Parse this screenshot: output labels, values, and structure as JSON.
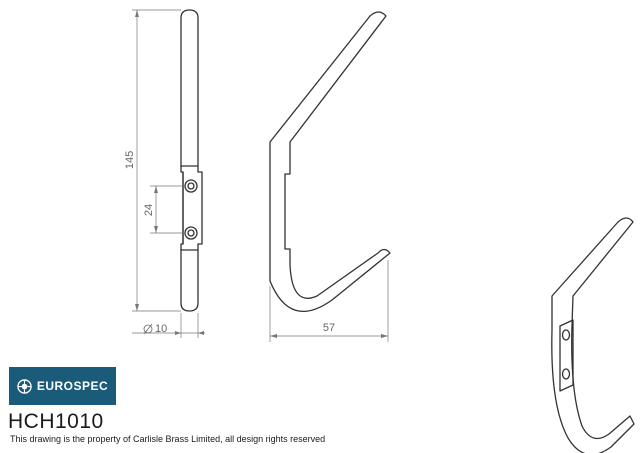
{
  "brand": {
    "name": "EUROSPEC",
    "color": "#1a5b79"
  },
  "product_code": "HCH1010",
  "rights_notice": "This drawing is the property of Carlisle Brass Limited, all design rights reserved",
  "dimensions": {
    "height": "145",
    "hole_spacing": "24",
    "diameter": "10",
    "projection": "57"
  },
  "views": [
    "side-view",
    "profile-view",
    "isometric-view"
  ]
}
